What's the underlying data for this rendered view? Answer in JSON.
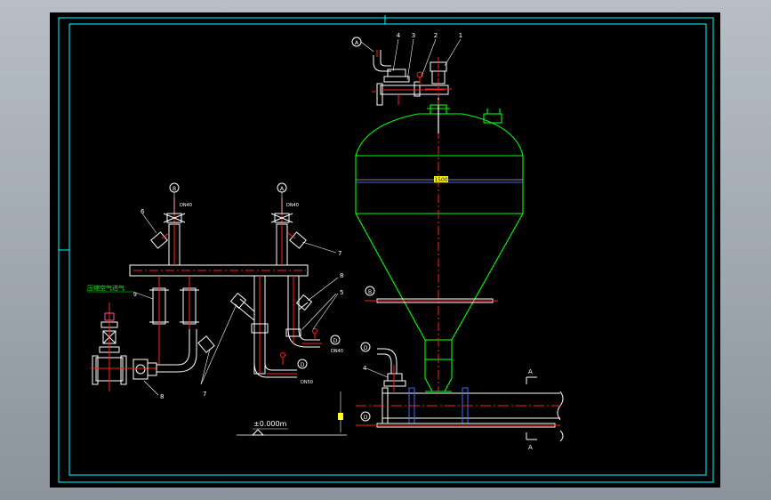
{
  "drawing": {
    "background": "#000000",
    "frame_color": "#00ffff",
    "colors": {
      "vessel": "#00ff00",
      "pipe_red": "#ff2020",
      "outline_white": "#ffffff",
      "blue": "#3b6cff",
      "cyan": "#00ffff",
      "yellow": "#ffff00"
    },
    "balloons": {
      "top_left": "A",
      "left_header": "B",
      "mid_header": "A",
      "fill_pipe": "B",
      "bottom_inlet": "D",
      "main_line": "D",
      "right_outlet": "D",
      "center_outlet": "D"
    },
    "part_numbers": {
      "p1": "1",
      "p2": "2",
      "p3": "3",
      "p4": "4",
      "p4b": "4",
      "p5": "5",
      "p6": "6",
      "p7": "7",
      "p7b": "7",
      "p8": "8",
      "p9": "9",
      "p10": "8"
    },
    "texts": {
      "valve_tag_left": "DN40",
      "valve_tag_mid": "DN40",
      "compressed_air": "压缩空气进气",
      "dim_width": "1500",
      "elevation": "±0.000m",
      "outlet_tag1": "DN40",
      "outlet_tag2": "DN50",
      "section_top": "A",
      "section_bottom": "A"
    }
  }
}
